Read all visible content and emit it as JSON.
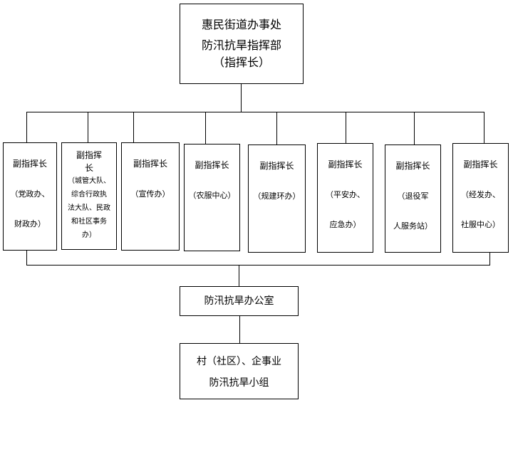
{
  "top": {
    "lines": [
      "惠民街道办事处",
      "防汛抗旱指挥部",
      "（指挥长）"
    ]
  },
  "deputies": [
    {
      "title": "副指挥长",
      "lines": [
        "（党政办、",
        "财政办）"
      ]
    },
    {
      "title": "副指挥长",
      "lines": [
        "（城管大队、",
        "综合行政执",
        "法大队、民政",
        "和社区事务",
        "办）"
      ]
    },
    {
      "title": "副指挥长",
      "lines": [
        "（宣传办）"
      ]
    },
    {
      "title": "副指挥长",
      "lines": [
        "（农服中心）"
      ]
    },
    {
      "title": "副指挥长",
      "lines": [
        "（规建环办）"
      ]
    },
    {
      "title": "副指挥长",
      "lines": [
        "（平安办、",
        "应急办）"
      ]
    },
    {
      "title": "副指挥长",
      "lines": [
        "（退役军",
        "人服务站）"
      ]
    },
    {
      "title": "副指挥长",
      "lines": [
        "（经发办、",
        "社服中心）"
      ]
    }
  ],
  "office": "防汛抗旱办公室",
  "groups": {
    "lines": [
      "村（社区）、企事业",
      "防汛抗旱小组"
    ]
  }
}
